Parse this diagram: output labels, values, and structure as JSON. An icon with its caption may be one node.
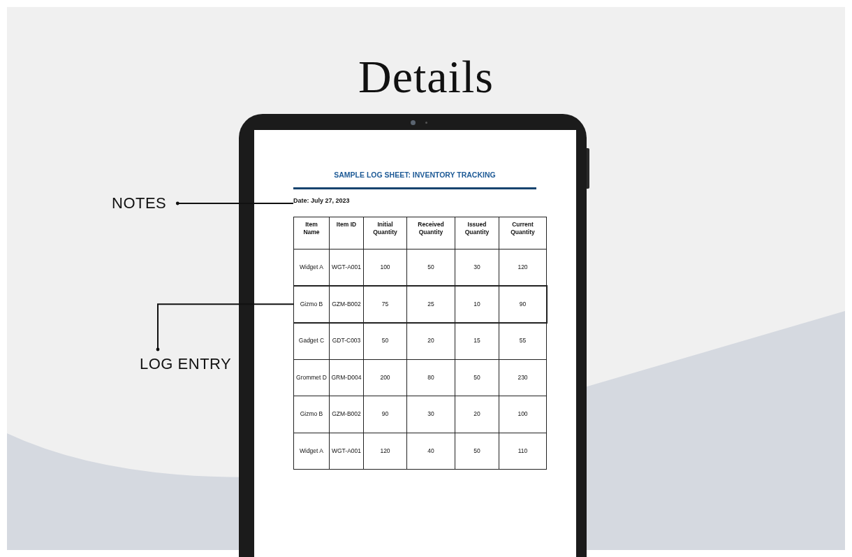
{
  "diagram": {
    "title": "Details",
    "nodes": [
      {
        "text": [
          "NOTES"
        ]
      },
      {
        "text": [
          "LOG ENTRY"
        ]
      },
      {
        "text": [
          "Date: July 27, 2023"
        ]
      },
      {
        "text": [],
        "shape": "box"
      }
    ],
    "edges": [
      {
        "from": 0,
        "to": 2,
        "arrow": "other"
      },
      {
        "from": 1,
        "to": 3,
        "arrow": "other"
      }
    ],
    "labels": [
      "SAMPLE LOG SHEET: INVENTORY TRACKING",
      "Item Name",
      "Item ID",
      "Initial Quantity",
      "Received Quantity",
      "Issued Quantity",
      "Current Quantity",
      "Widget A",
      "WGT-A001",
      "100",
      "50",
      "30",
      "120",
      "Gizmo B",
      "GZM-B002",
      "75",
      "25",
      "10",
      "90",
      "Gadget C",
      "GDT-C003",
      "50",
      "20",
      "15",
      "55",
      "Grommet D",
      "GRM-D004",
      "200",
      "80",
      "50",
      "230",
      "Gizmo B",
      "GZM-B002",
      "90",
      "30",
      "20",
      "100",
      "Widget A",
      "WGT-A001",
      "120",
      "40",
      "50",
      "110"
    ]
  }
}
